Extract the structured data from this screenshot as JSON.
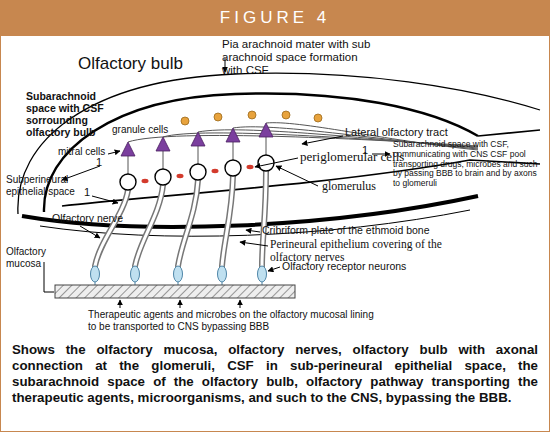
{
  "diagram": {
    "title": "FIGURE 4",
    "caption": "Shows the olfactory mucosa, olfactory nerves, olfactory bulb with axonal connection at the glomeruli, CSF in sub-perineural epithelial space, the subarachnoid space of the olfactory bulb, olfactory pathway transporting the therapeutic agents, microorganisms, and such to the CNS, bypassing the BBB.",
    "labels": [
      "Olfactory bulb",
      "Pia arachnoid mater with sub arachnoid space formation with CSF",
      "Subarachnoid space with CSF sorrounding olfactory bulb",
      "granule cells",
      "mitral cells",
      "1",
      "Lateral olfactory tract",
      "1",
      "Subarachnoid space with CSF, communicating with CNS CSF pool transporting drugs, microbes and such by passing BBB to brain and by axons to glomeruli",
      "periglomerular cells",
      "glomerulus",
      "Subperineural epithelial space",
      "1",
      "Olfactory nerve",
      "Olfactory mucosa",
      "Cribriform plate of the ethmoid bone",
      "Perineural epithelium covering of the olfactory nerves",
      "Olfactory receptor neurons",
      "Therapeutic agents and microbes on the olfactory mucosal lining to be transported to CNS bypassing BBB"
    ]
  }
}
